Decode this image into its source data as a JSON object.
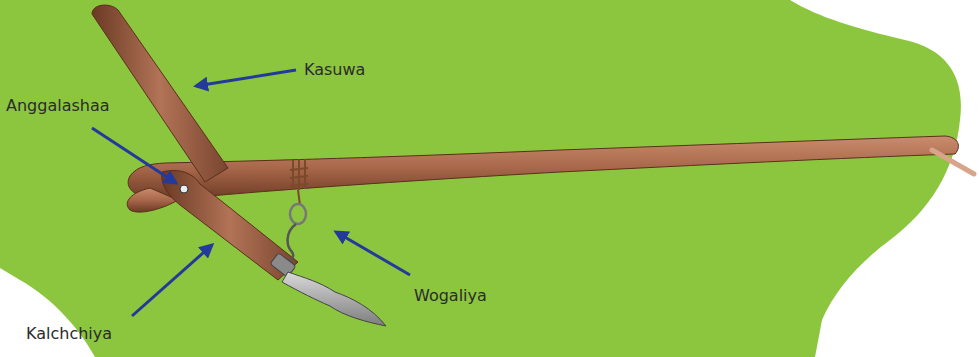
{
  "diagram": {
    "labels": [
      "Kasuwa",
      "Anggalashaa",
      "Wogaliya",
      "Kalchchiya"
    ]
  }
}
